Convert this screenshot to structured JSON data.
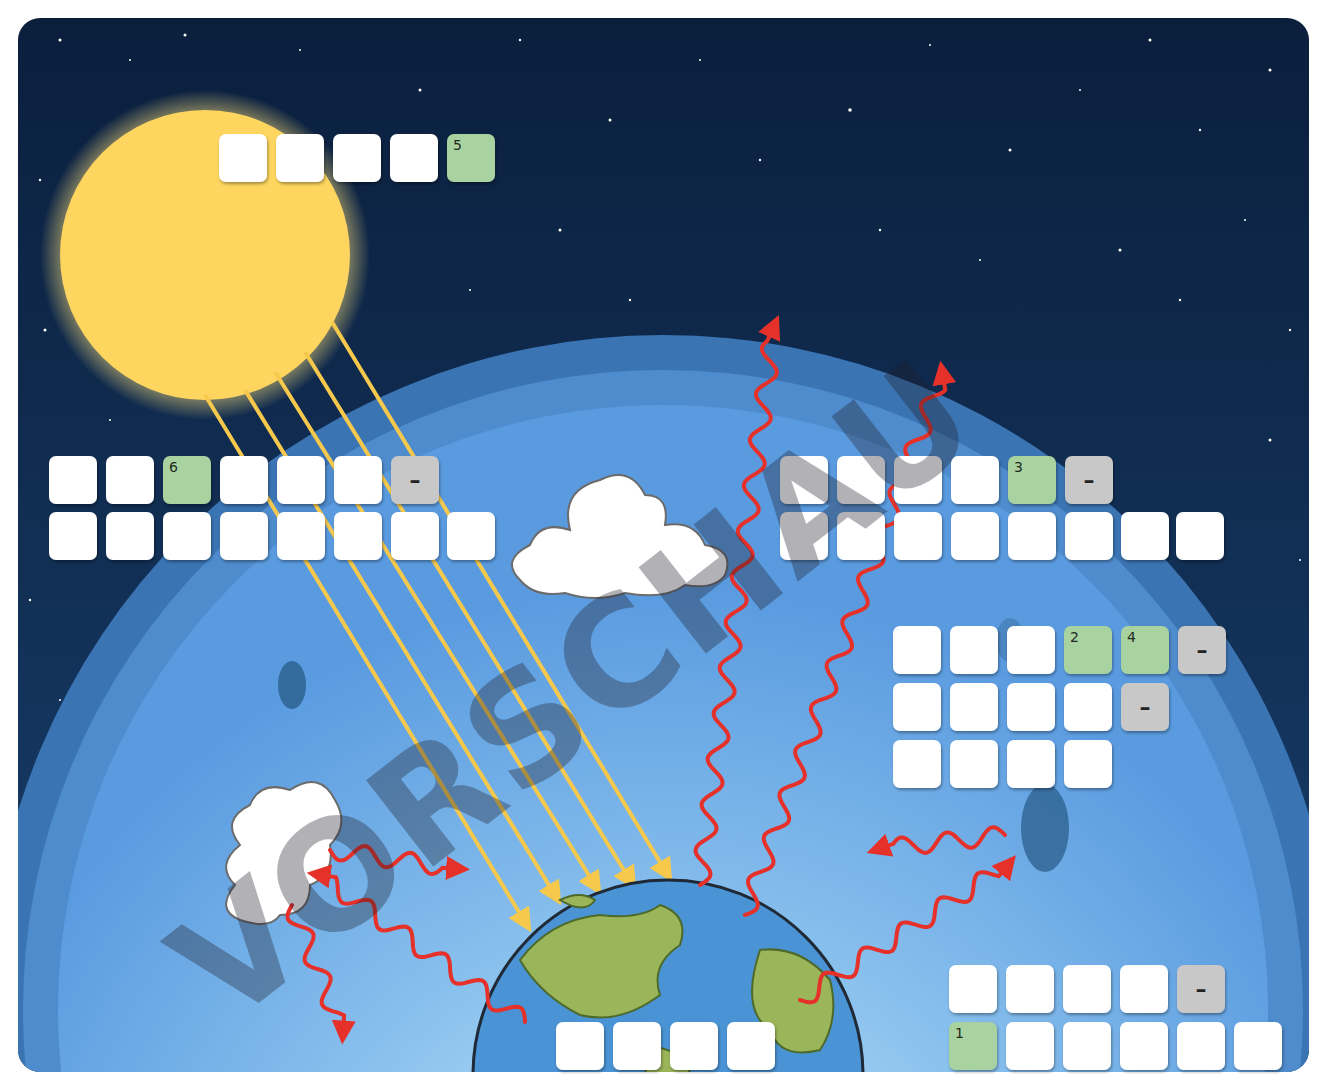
{
  "diagram": {
    "labels": [
      "5",
      "6",
      "–",
      "3",
      "–",
      "2",
      "4",
      "–",
      "–",
      "–",
      "1",
      "VORSCHAU"
    ]
  }
}
